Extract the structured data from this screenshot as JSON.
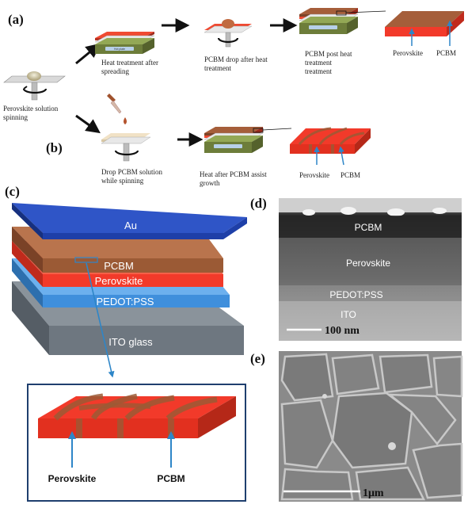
{
  "panels": {
    "a": "(a)",
    "b": "(b)",
    "c": "(c)",
    "d": "(d)",
    "e": "(e)"
  },
  "row_a": {
    "step1": [
      "Heat treatment after",
      "spreading"
    ],
    "step2": [
      "PCBM drop after heat",
      "treatment"
    ],
    "step3": [
      "PCBM post heat",
      "treatment"
    ],
    "inset_perovskite": "Perovskite",
    "inset_pcbm": "PCBM",
    "hot_plate": "Hot plate"
  },
  "start": {
    "label": [
      "Perovskite solution",
      "spinning"
    ]
  },
  "row_b": {
    "step1": [
      "Drop PCBM solution",
      "while spinning"
    ],
    "step2": [
      "Heat after PCBM assist",
      "growth"
    ],
    "inset_perovskite": "Perovskite",
    "inset_pcbm": "PCBM"
  },
  "stack": {
    "layers": [
      "Au",
      "PCBM",
      "Perovskite",
      "PEDOT:PSS",
      "ITO glass"
    ],
    "zoom_perovskite": "Perovskite",
    "zoom_pcbm": "PCBM"
  },
  "sem_cross": {
    "pcbm": "PCBM",
    "perovskite": "Perovskite",
    "pedot": "PEDOT:PSS",
    "ito": "ITO",
    "scale": "100 nm"
  },
  "sem_top": {
    "scale": "1μm"
  },
  "colors": {
    "perovskite": "#f23a2a",
    "pcbm": "#9b5a35",
    "au": "#1e3fa8",
    "pedot": "#3f8fdc",
    "ito": "#6e7780",
    "arrow": "#2e86c8"
  }
}
